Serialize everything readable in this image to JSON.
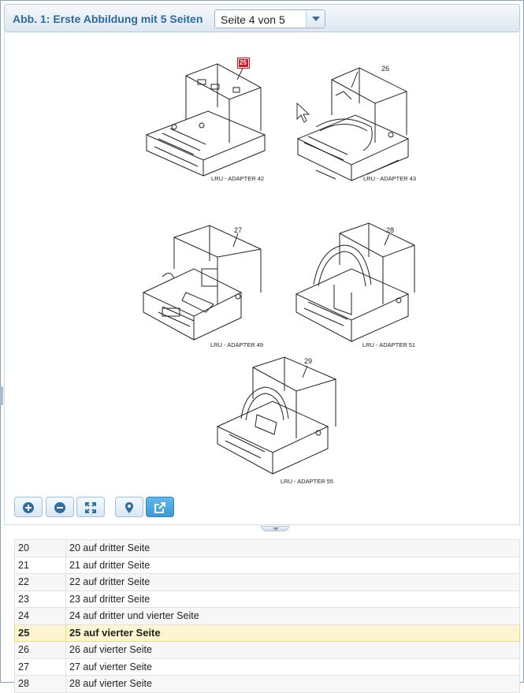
{
  "header": {
    "title": "Abb. 1: Erste Abbildung mit 5 Seiten",
    "page_select": {
      "value": "Seite 4 von 5"
    }
  },
  "figure": {
    "callouts": [
      "26",
      "27",
      "28",
      "29"
    ],
    "marker_label": "25",
    "captions": [
      "LRU - ADAPTER 42",
      "LRU - ADAPTER 43",
      "LRU - ADAPTER 49",
      "LRU - ADAPTER 51",
      "LRU - ADAPTER 55"
    ]
  },
  "toolbar": {
    "buttons": [
      {
        "icon": "zoom-in-icon"
      },
      {
        "icon": "zoom-out-icon"
      },
      {
        "icon": "fit-to-screen-icon"
      },
      {
        "icon": "map-marker-icon"
      },
      {
        "icon": "external-link-icon",
        "active": true
      }
    ]
  },
  "parts_table": {
    "rows": [
      {
        "num": "20",
        "desc": "20 auf dritter Seite"
      },
      {
        "num": "21",
        "desc": "21 auf dritter Seite"
      },
      {
        "num": "22",
        "desc": "22 auf dritter Seite"
      },
      {
        "num": "23",
        "desc": "23 auf dritter Seite"
      },
      {
        "num": "24",
        "desc": "24 auf dritter und vierter Seite"
      },
      {
        "num": "25",
        "desc": "25 auf vierter Seite",
        "selected": true
      },
      {
        "num": "26",
        "desc": "26 auf vierter Seite"
      },
      {
        "num": "27",
        "desc": "27 auf vierter Seite"
      },
      {
        "num": "28",
        "desc": "28 auf vierter Seite"
      }
    ]
  },
  "colors": {
    "title": "#2d6a9f",
    "selected_row": "#fdf5cf",
    "marker": "#e0101a",
    "accent_button": "#3a9ad8"
  }
}
